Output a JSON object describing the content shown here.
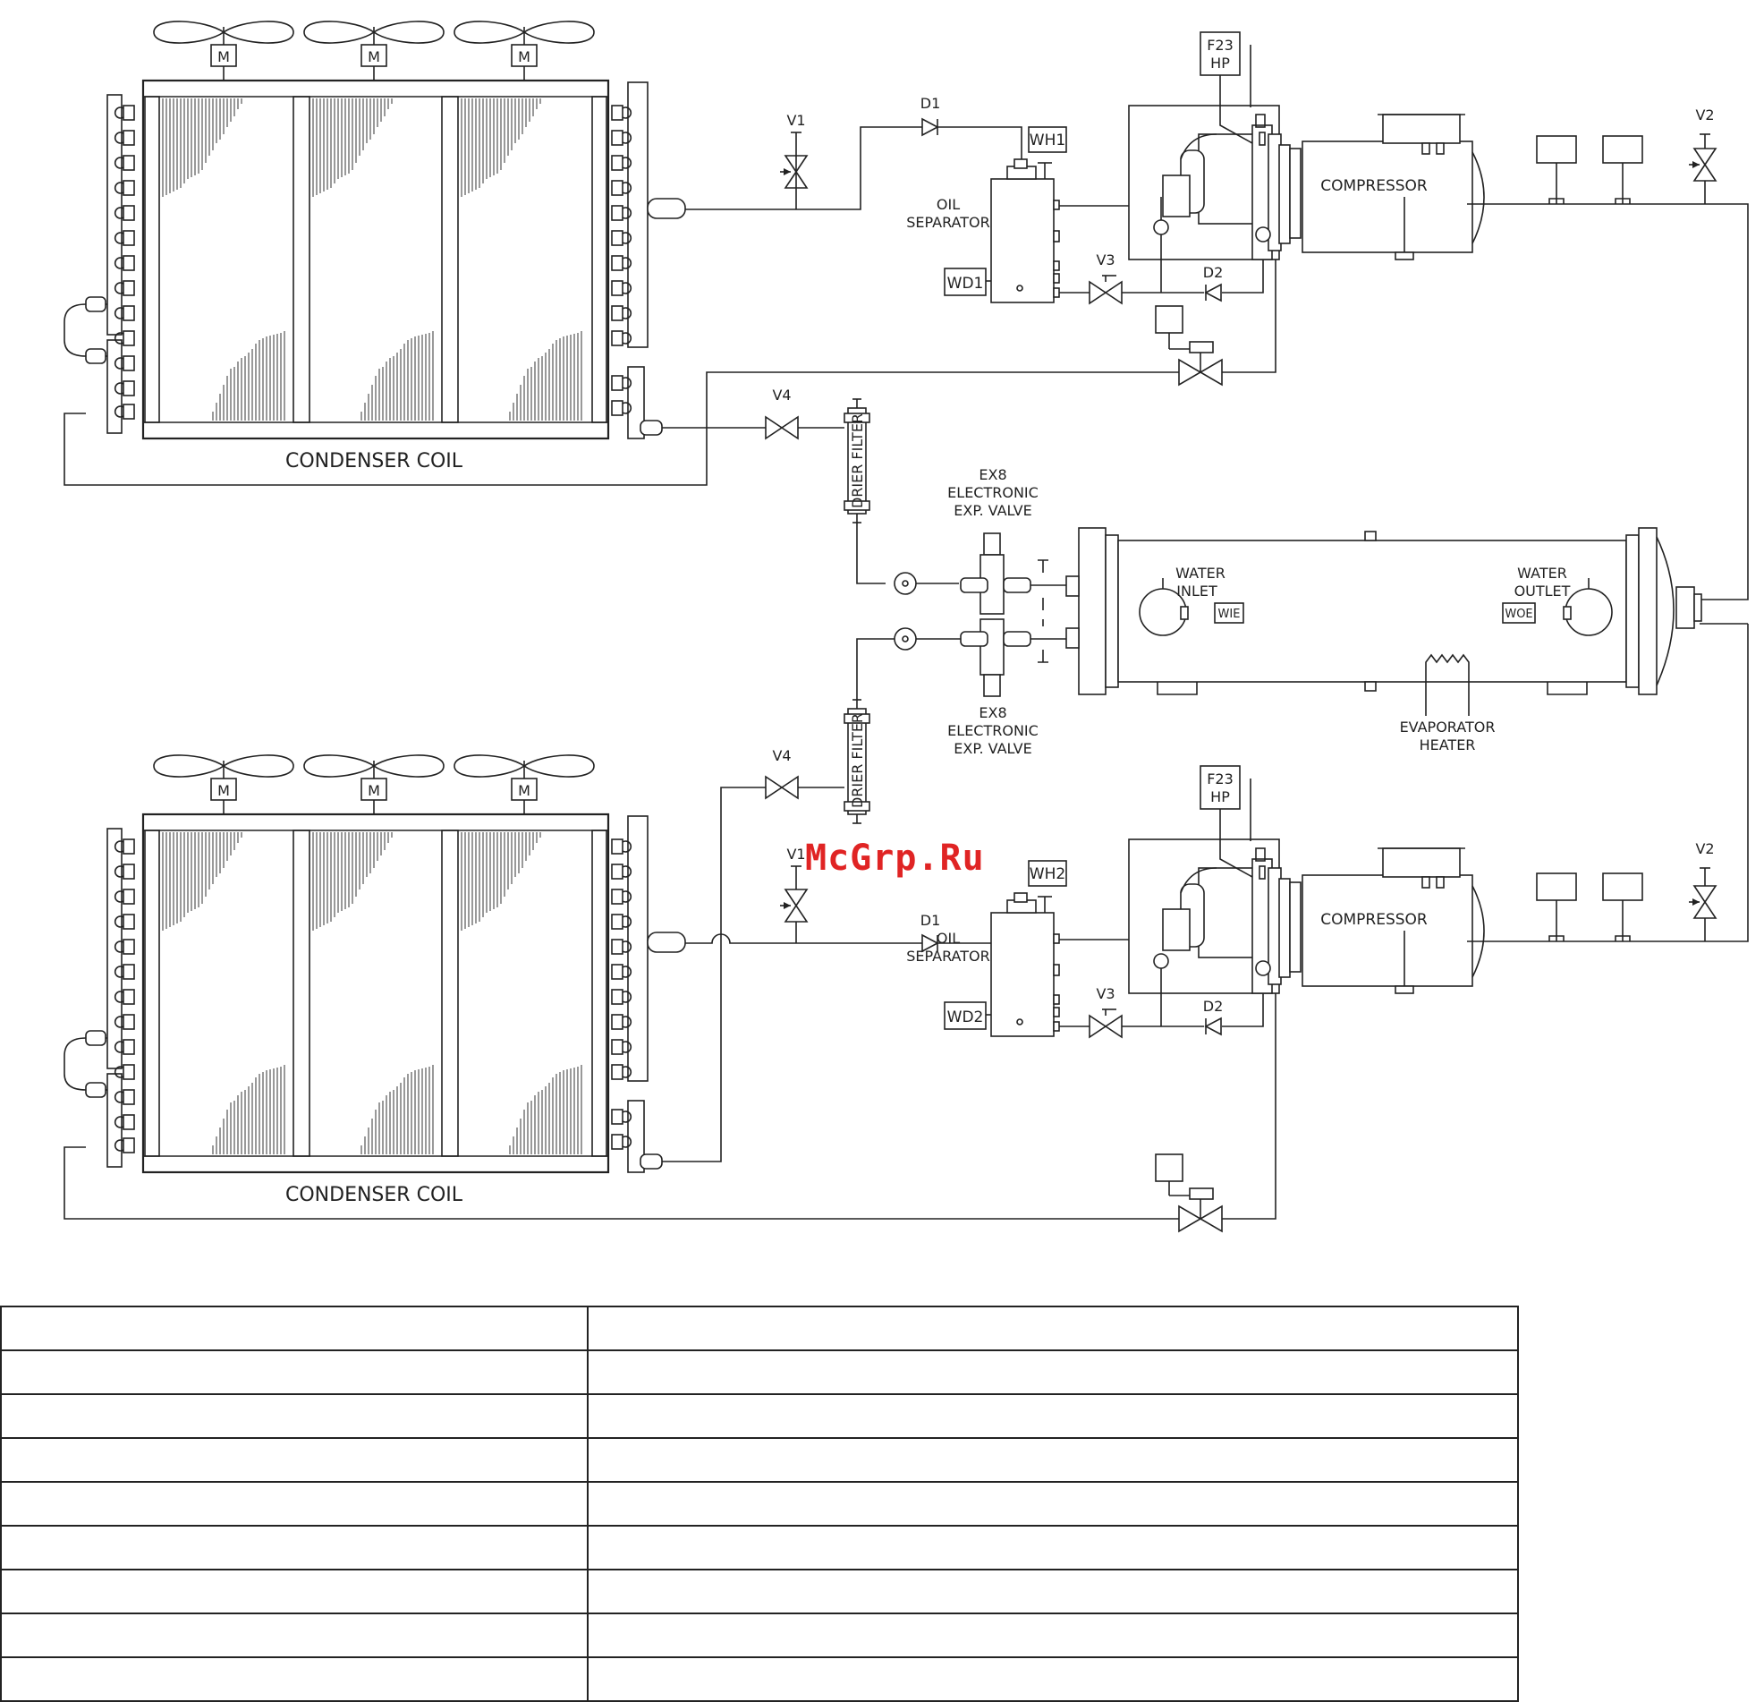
{
  "labels": {
    "condenser": "CONDENSER COIL",
    "compressor": "COMPRESSOR",
    "oil_separator_l1": "OIL",
    "oil_separator_l2": "SEPARATOR",
    "fan_motor": "M",
    "f23_l1": "F23",
    "f23_l2": "HP",
    "v1": "V1",
    "v2": "V2",
    "v3": "V3",
    "v4": "V4",
    "d1": "D1",
    "d2": "D2",
    "wh1": "WH1",
    "wh2": "WH2",
    "wd1": "WD1",
    "wd2": "WD2",
    "drier_filter": "DRIER FILTER",
    "ex8_l1": "EX8",
    "ex8_l2": "ELECTRONIC",
    "ex8_l3": "EXP. VALVE",
    "water_inlet_l1": "WATER",
    "water_inlet_l2": "INLET",
    "water_outlet_l1": "WATER",
    "water_outlet_l2": "OUTLET",
    "wie": "WIE",
    "woe": "WOE",
    "evap_heater_l1": "EVAPORATOR",
    "evap_heater_l2": "HEATER"
  },
  "watermark": "McGrp.Ru",
  "legend_table": {
    "rows": 9,
    "columns": 2
  },
  "colors": {
    "line": "#222222",
    "watermark": "#e02424"
  }
}
